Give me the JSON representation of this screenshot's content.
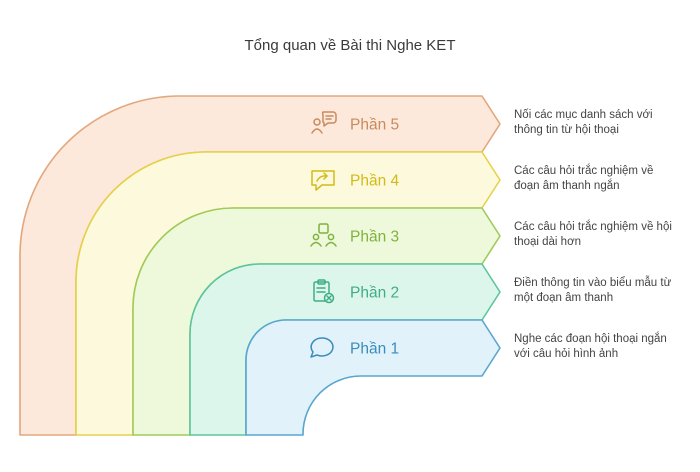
{
  "title": "Tổng quan về Bài thi Nghe KET",
  "parts": [
    {
      "label": "Phần 5",
      "icon": "person-speech-icon",
      "fill": "#fde9dc",
      "stroke": "#e2a77d",
      "text_color": "#c98a5c",
      "desc": [
        "Nối các mục danh sách với",
        "thông tin từ hội thoại"
      ]
    },
    {
      "label": "Phần 4",
      "icon": "chat-arrow-icon",
      "fill": "#fdf9dd",
      "stroke": "#e4d24a",
      "text_color": "#d2bb16",
      "desc": [
        "Các câu hỏi trắc nghiệm về",
        "đoạn âm thanh ngắn"
      ]
    },
    {
      "label": "Phần 3",
      "icon": "group-question-icon",
      "fill": "#eef8da",
      "stroke": "#9fcb5b",
      "text_color": "#7fb33d",
      "desc": [
        "Các câu hỏi trắc nghiệm về hội",
        "thoại dài hơn"
      ]
    },
    {
      "label": "Phần 2",
      "icon": "clipboard-x-icon",
      "fill": "#ddf6ec",
      "stroke": "#5cc59c",
      "text_color": "#3fae84",
      "desc": [
        "Điền thông tin vào biểu mẫu từ",
        "một đoạn âm thanh"
      ]
    },
    {
      "label": "Phần 1",
      "icon": "speech-bubble-icon",
      "fill": "#e1f2fb",
      "stroke": "#5aa6cf",
      "text_color": "#3a8cbb",
      "desc": [
        "Nghe các đoạn hội thoại ngắn",
        "với câu hỏi hình ảnh"
      ]
    }
  ]
}
